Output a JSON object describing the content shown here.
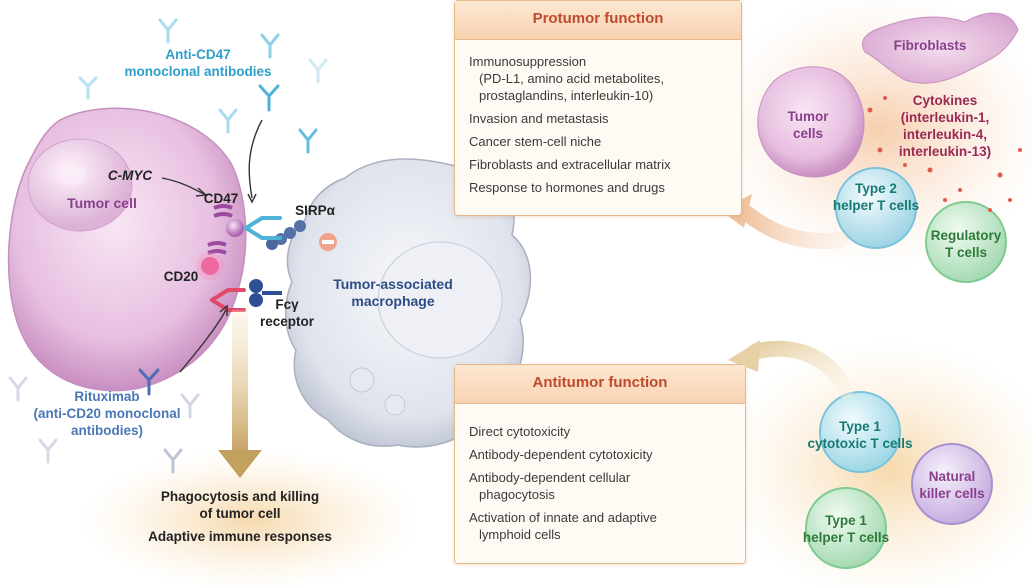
{
  "tumor_cell": {
    "label": "Tumor cell",
    "gene_label": "C-MYC",
    "cd47": "CD47",
    "cd20": "CD20"
  },
  "antibodies": {
    "anti_cd47": [
      "Anti-CD47",
      "monoclonal antibodies"
    ],
    "rituximab": [
      "Rituximab",
      "(anti-CD20 monoclonal",
      "antibodies)"
    ]
  },
  "macrophage": {
    "label": [
      "Tumor-associated",
      "macrophage"
    ],
    "sirp": "SIRPα",
    "fc_receptor": [
      "Fcγ",
      "receptor"
    ]
  },
  "outcome": {
    "line1": "Phagocytosis and killing",
    "line2": "of tumor cell",
    "line3": "Adaptive immune responses"
  },
  "protumor_panel": {
    "title": "Protumor function",
    "items": [
      {
        "main": "Immunosuppression",
        "sub": [
          "(PD-L1, amino acid metabolites,",
          "prostaglandins, interleukin-10)"
        ]
      },
      {
        "main": "Invasion and metastasis",
        "sub": []
      },
      {
        "main": "Cancer stem-cell niche",
        "sub": []
      },
      {
        "main": "Fibroblasts and extracellular matrix",
        "sub": []
      },
      {
        "main": "Response to hormones and drugs",
        "sub": []
      }
    ]
  },
  "antitumor_panel": {
    "title": "Antitumor function",
    "items": [
      {
        "main": "Direct cytotoxicity",
        "sub": []
      },
      {
        "main": "Antibody-dependent cytotoxicity",
        "sub": []
      },
      {
        "main": "Antibody-dependent cellular",
        "sub": [
          "phagocytosis"
        ]
      },
      {
        "main": "Activation of innate and adaptive",
        "sub": [
          "lymphoid cells"
        ]
      }
    ]
  },
  "protumor_cells": {
    "fibroblasts": "Fibroblasts",
    "tumor_cells": [
      "Tumor",
      "cells"
    ],
    "cytokines": [
      "Cytokines",
      "(interleukin-1,",
      "interleukin-4,",
      "interleukin-13)"
    ],
    "type2_helper": [
      "Type 2",
      "helper T cells"
    ],
    "regulatory": [
      "Regulatory",
      "T cells"
    ]
  },
  "antitumor_cells": {
    "type1_cytotoxic": [
      "Type 1",
      "cytotoxic T cells"
    ],
    "natural_killer": [
      "Natural",
      "killer cells"
    ],
    "type1_helper": [
      "Type 1",
      "helper T cells"
    ]
  },
  "colors": {
    "panel_title": "#bf4a2c",
    "panel_border": "#e5b888",
    "anti_cd47": "#2e9fc9",
    "rituximab": "#4a78b6"
  }
}
